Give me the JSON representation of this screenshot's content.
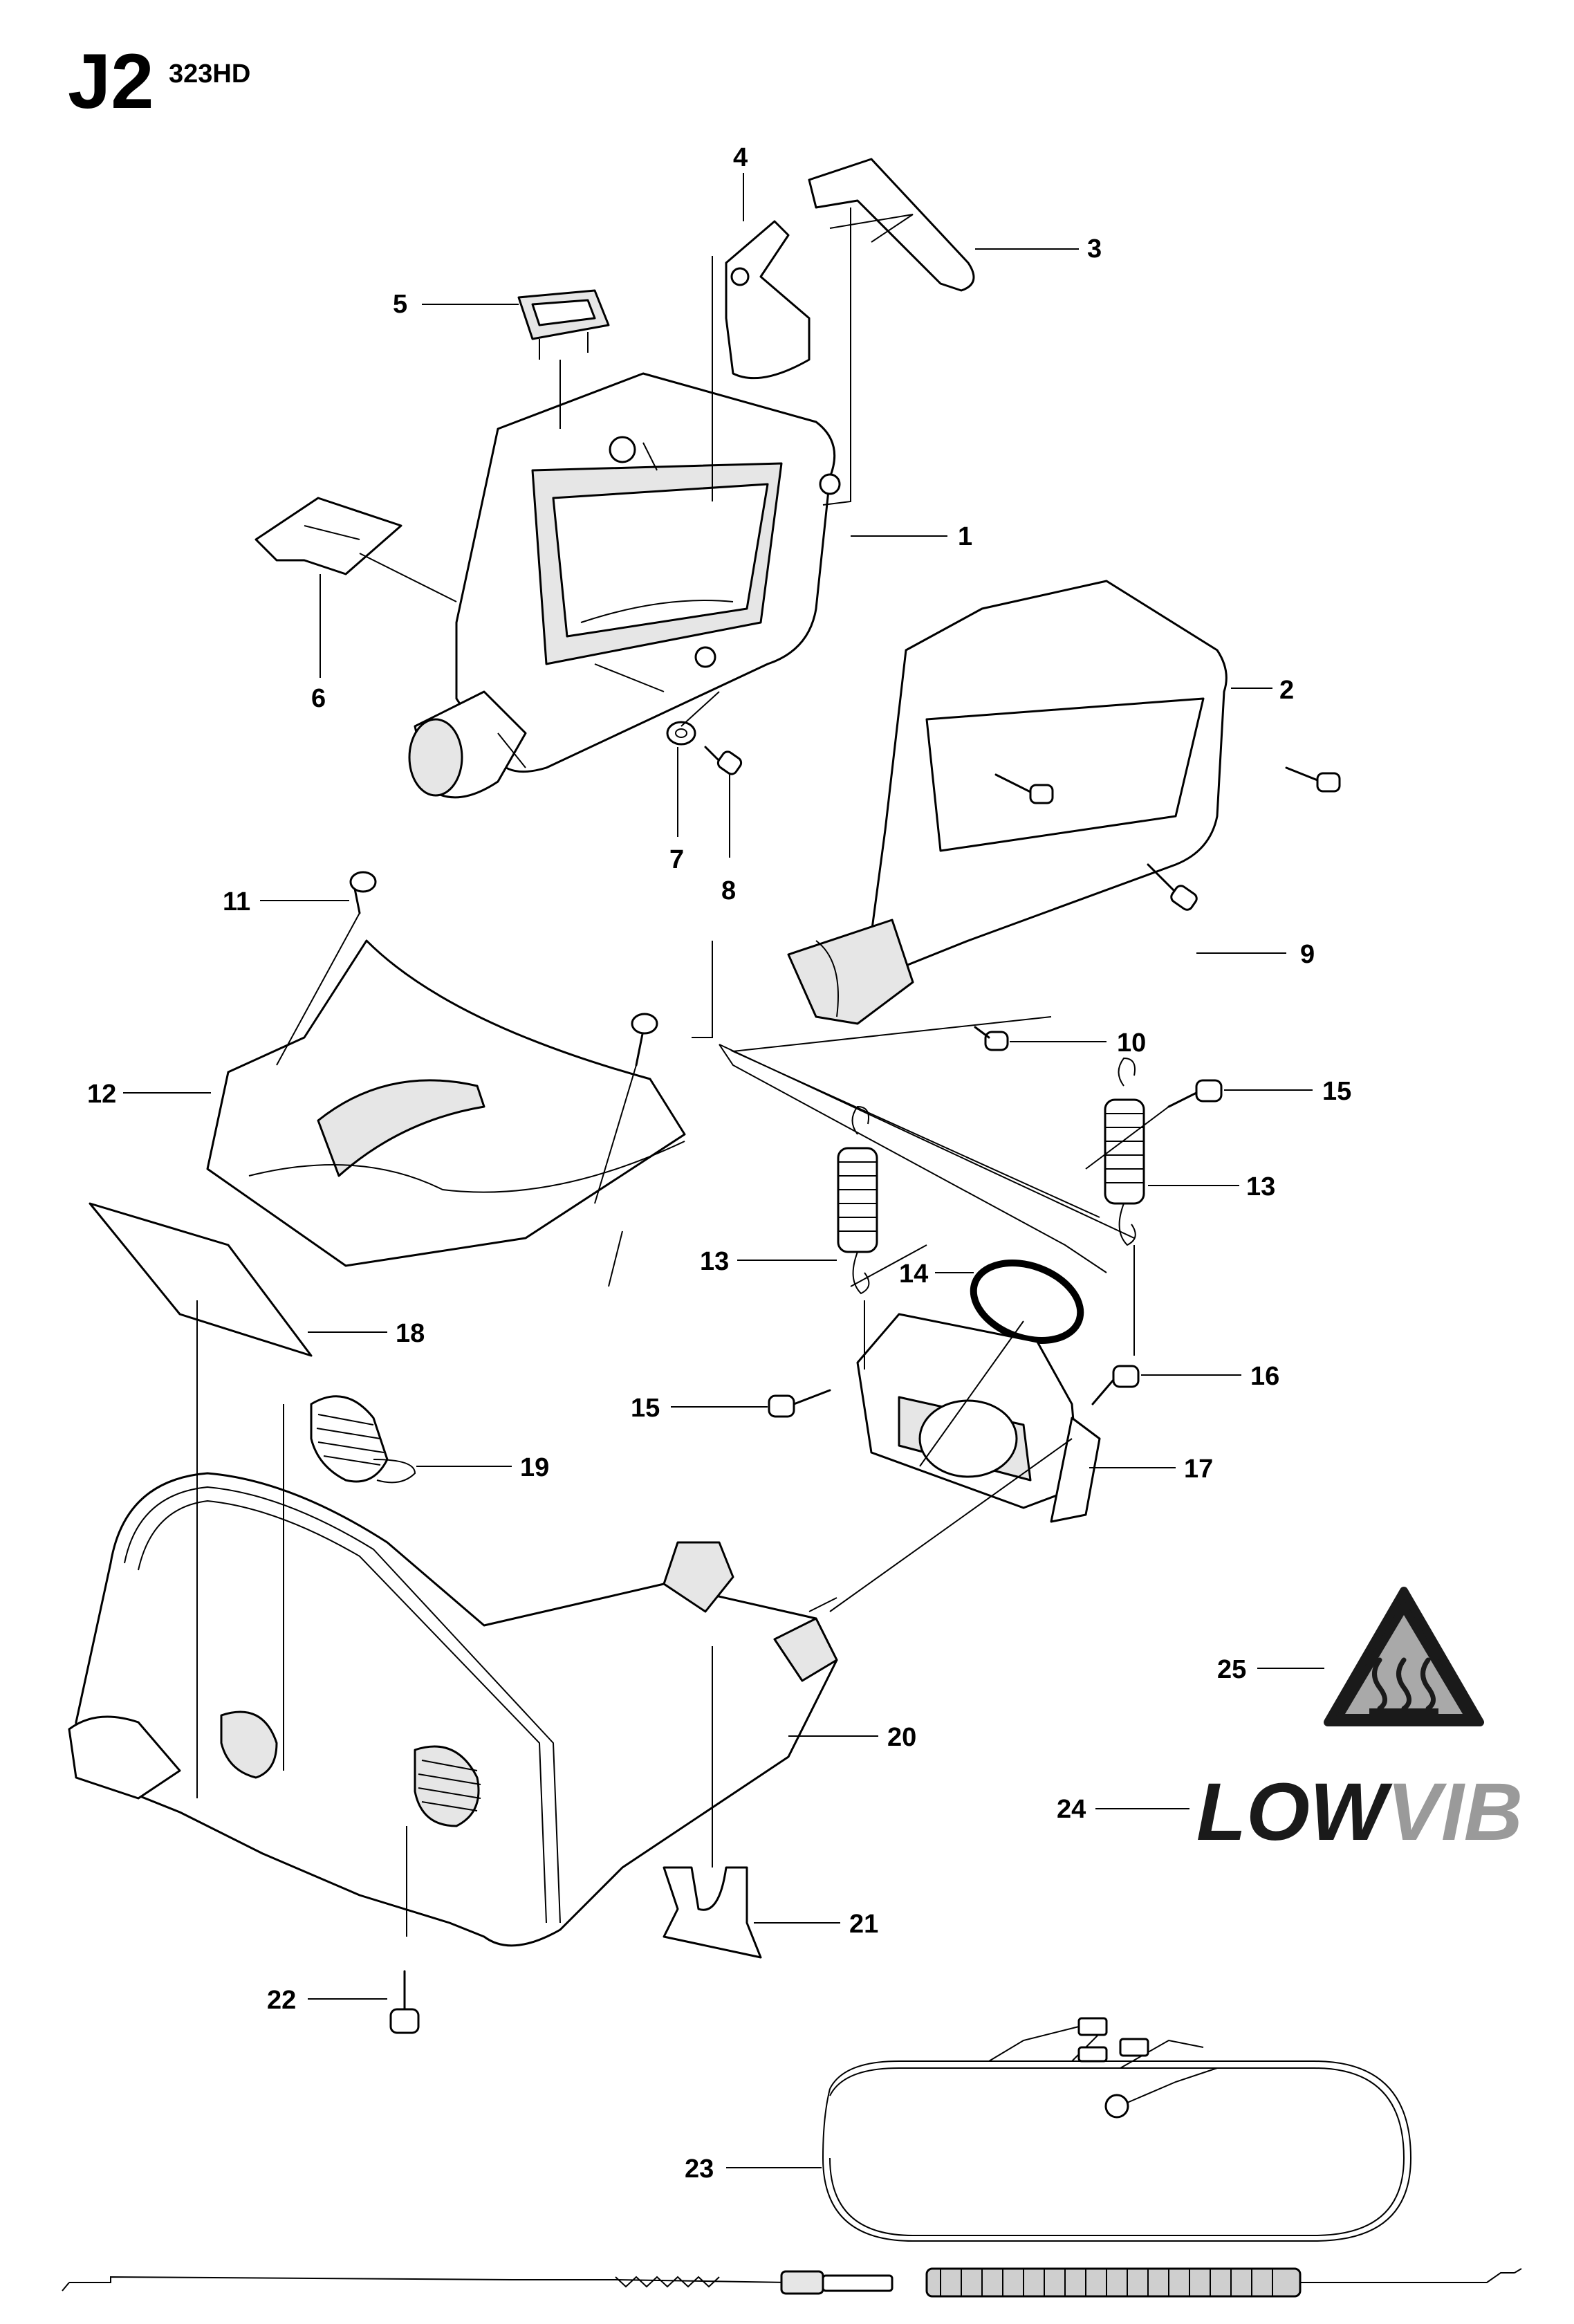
{
  "page": {
    "code": "J2",
    "model": "323HD"
  },
  "callouts": [
    {
      "id": "c1",
      "label": "1"
    },
    {
      "id": "c2",
      "label": "2"
    },
    {
      "id": "c3",
      "label": "3"
    },
    {
      "id": "c4",
      "label": "4"
    },
    {
      "id": "c5",
      "label": "5"
    },
    {
      "id": "c6",
      "label": "6"
    },
    {
      "id": "c7",
      "label": "7"
    },
    {
      "id": "c8",
      "label": "8"
    },
    {
      "id": "c9",
      "label": "9"
    },
    {
      "id": "c10",
      "label": "10"
    },
    {
      "id": "c11",
      "label": "11"
    },
    {
      "id": "c12",
      "label": "12"
    },
    {
      "id": "c13a",
      "label": "13"
    },
    {
      "id": "c13b",
      "label": "13"
    },
    {
      "id": "c14",
      "label": "14"
    },
    {
      "id": "c15a",
      "label": "15"
    },
    {
      "id": "c15b",
      "label": "15"
    },
    {
      "id": "c16",
      "label": "16"
    },
    {
      "id": "c17",
      "label": "17"
    },
    {
      "id": "c18",
      "label": "18"
    },
    {
      "id": "c19",
      "label": "19"
    },
    {
      "id": "c20",
      "label": "20"
    },
    {
      "id": "c21",
      "label": "21"
    },
    {
      "id": "c22",
      "label": "22"
    },
    {
      "id": "c23",
      "label": "23"
    },
    {
      "id": "c24",
      "label": "24"
    },
    {
      "id": "c25",
      "label": "25"
    }
  ],
  "logo": {
    "text": "LOWVIB",
    "colors": {
      "low": "#1a1a1a",
      "vib": "#9a9a9a"
    }
  },
  "icons": {
    "warning": "hot-surface-warning-icon"
  }
}
